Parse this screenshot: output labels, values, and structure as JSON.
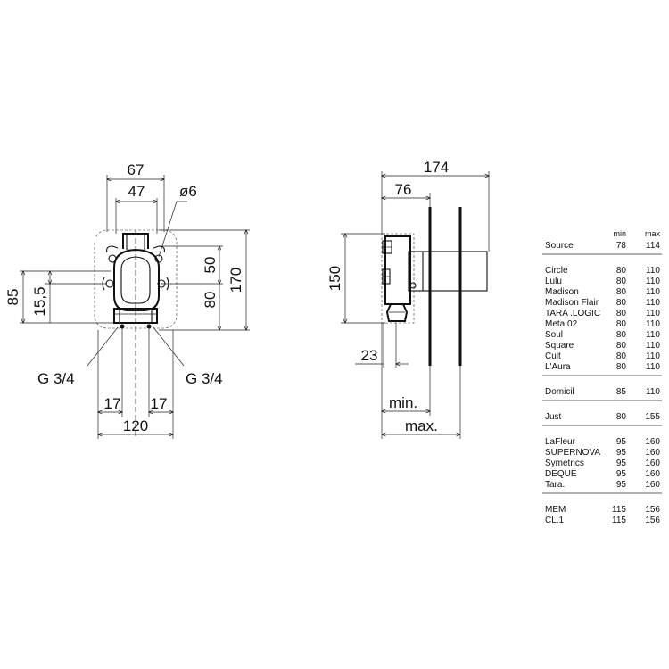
{
  "front_view": {
    "dims": {
      "w67": "67",
      "w47": "47",
      "dia6": "ø6",
      "h50": "50",
      "h170": "170",
      "h85": "85",
      "h15_5": "15,5",
      "h80": "80",
      "thread_left": "G 3/4",
      "thread_right": "G 3/4",
      "w17_left": "17",
      "w17_right": "17",
      "w120": "120"
    }
  },
  "side_view": {
    "dims": {
      "w174": "174",
      "w76": "76",
      "h150": "150",
      "h23": "23",
      "min": "min.",
      "max": "max."
    }
  },
  "table": {
    "headers": {
      "min": "min",
      "max": "max"
    },
    "groups": [
      {
        "rows": [
          {
            "name": "Source",
            "min": "78",
            "max": "114"
          }
        ]
      },
      {
        "rows": [
          {
            "name": "Circle",
            "min": "80",
            "max": "110"
          },
          {
            "name": "Lulu",
            "min": "80",
            "max": "110"
          },
          {
            "name": "Madison",
            "min": "80",
            "max": "110"
          },
          {
            "name": "Madison Flair",
            "min": "80",
            "max": "110"
          },
          {
            "name": "TARA .LOGIC",
            "min": "80",
            "max": "110"
          },
          {
            "name": "Meta.02",
            "min": "80",
            "max": "110"
          },
          {
            "name": "Soul",
            "min": "80",
            "max": "110"
          },
          {
            "name": "Square",
            "min": "80",
            "max": "110"
          },
          {
            "name": "Cult",
            "min": "80",
            "max": "110"
          },
          {
            "name": "L'Aura",
            "min": "80",
            "max": "110"
          }
        ]
      },
      {
        "rows": [
          {
            "name": "Domicil",
            "min": "85",
            "max": "110"
          }
        ]
      },
      {
        "rows": [
          {
            "name": "Just",
            "min": "80",
            "max": "155"
          }
        ]
      },
      {
        "rows": [
          {
            "name": "LaFleur",
            "min": "95",
            "max": "160"
          },
          {
            "name": "SUPERNOVA",
            "min": "95",
            "max": "160"
          },
          {
            "name": "Symetrics",
            "min": "95",
            "max": "160"
          },
          {
            "name": "DEQUE",
            "min": "95",
            "max": "160"
          },
          {
            "name": "Tara.",
            "min": "95",
            "max": "160"
          }
        ]
      },
      {
        "rows": [
          {
            "name": "MEM",
            "min": "115",
            "max": "156"
          },
          {
            "name": "CL.1",
            "min": "115",
            "max": "156"
          }
        ]
      }
    ]
  }
}
